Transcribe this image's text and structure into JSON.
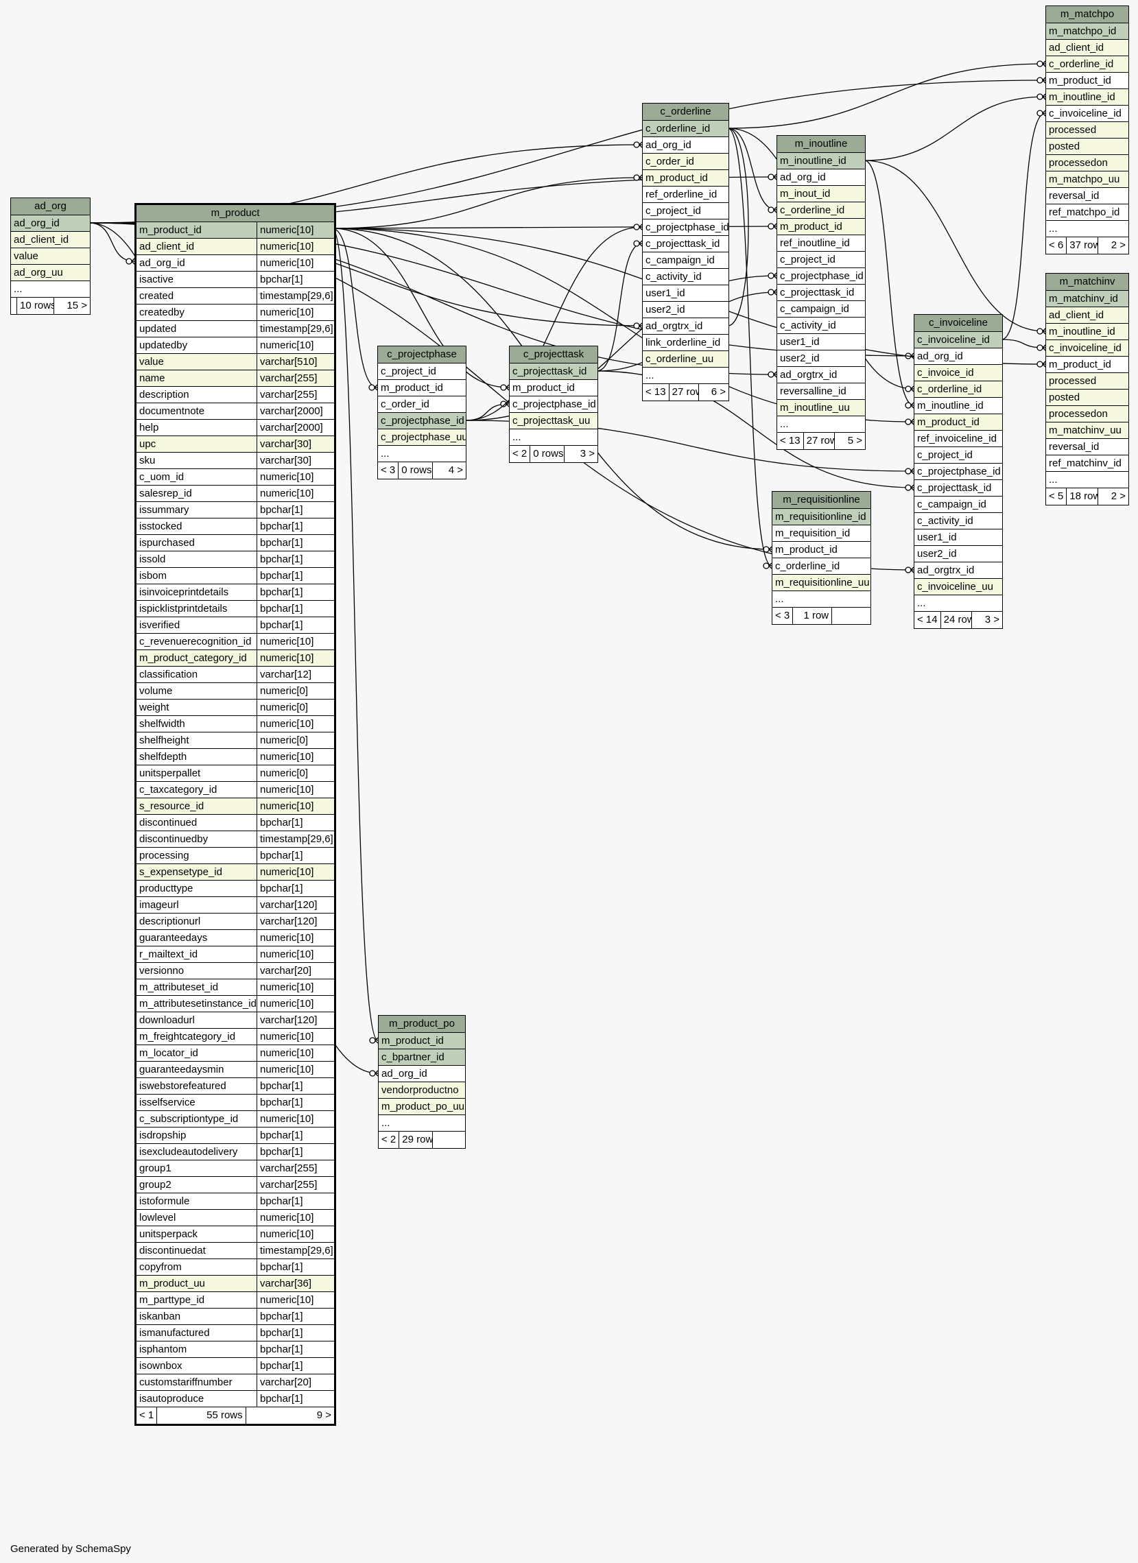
{
  "footer": "Generated by SchemaSpy",
  "colors": {
    "header": "#9bab96",
    "pk": "#bfcfb9",
    "indexed": "#f5f8df",
    "background": "#f7f7f7"
  },
  "tables": [
    {
      "id": "ad_org",
      "name": "ad_org",
      "rows": [
        {
          "c": "ad_org_id",
          "k": "pk"
        },
        {
          "c": "ad_client_id",
          "k": "idx"
        },
        {
          "c": "value",
          "k": "idx"
        },
        {
          "c": "ad_org_uu",
          "k": "idx"
        },
        {
          "c": "..."
        }
      ],
      "foot": [
        "",
        "10 rows",
        "15 >"
      ]
    },
    {
      "id": "m_product",
      "name": "m_product",
      "focus": true,
      "rows": [
        {
          "c": "m_product_id",
          "t": "numeric[10]",
          "k": "pk"
        },
        {
          "c": "ad_client_id",
          "t": "numeric[10]",
          "k": "idx"
        },
        {
          "c": "ad_org_id",
          "t": "numeric[10]"
        },
        {
          "c": "isactive",
          "t": "bpchar[1]"
        },
        {
          "c": "created",
          "t": "timestamp[29,6]"
        },
        {
          "c": "createdby",
          "t": "numeric[10]"
        },
        {
          "c": "updated",
          "t": "timestamp[29,6]"
        },
        {
          "c": "updatedby",
          "t": "numeric[10]"
        },
        {
          "c": "value",
          "t": "varchar[510]",
          "k": "idx"
        },
        {
          "c": "name",
          "t": "varchar[255]",
          "k": "idx"
        },
        {
          "c": "description",
          "t": "varchar[255]"
        },
        {
          "c": "documentnote",
          "t": "varchar[2000]"
        },
        {
          "c": "help",
          "t": "varchar[2000]"
        },
        {
          "c": "upc",
          "t": "varchar[30]",
          "k": "idx"
        },
        {
          "c": "sku",
          "t": "varchar[30]"
        },
        {
          "c": "c_uom_id",
          "t": "numeric[10]"
        },
        {
          "c": "salesrep_id",
          "t": "numeric[10]"
        },
        {
          "c": "issummary",
          "t": "bpchar[1]"
        },
        {
          "c": "isstocked",
          "t": "bpchar[1]"
        },
        {
          "c": "ispurchased",
          "t": "bpchar[1]"
        },
        {
          "c": "issold",
          "t": "bpchar[1]"
        },
        {
          "c": "isbom",
          "t": "bpchar[1]"
        },
        {
          "c": "isinvoiceprintdetails",
          "t": "bpchar[1]"
        },
        {
          "c": "ispicklistprintdetails",
          "t": "bpchar[1]"
        },
        {
          "c": "isverified",
          "t": "bpchar[1]"
        },
        {
          "c": "c_revenuerecognition_id",
          "t": "numeric[10]"
        },
        {
          "c": "m_product_category_id",
          "t": "numeric[10]",
          "k": "idx"
        },
        {
          "c": "classification",
          "t": "varchar[12]"
        },
        {
          "c": "volume",
          "t": "numeric[0]"
        },
        {
          "c": "weight",
          "t": "numeric[0]"
        },
        {
          "c": "shelfwidth",
          "t": "numeric[10]"
        },
        {
          "c": "shelfheight",
          "t": "numeric[0]"
        },
        {
          "c": "shelfdepth",
          "t": "numeric[10]"
        },
        {
          "c": "unitsperpallet",
          "t": "numeric[0]"
        },
        {
          "c": "c_taxcategory_id",
          "t": "numeric[10]"
        },
        {
          "c": "s_resource_id",
          "t": "numeric[10]",
          "k": "idx"
        },
        {
          "c": "discontinued",
          "t": "bpchar[1]"
        },
        {
          "c": "discontinuedby",
          "t": "timestamp[29,6]"
        },
        {
          "c": "processing",
          "t": "bpchar[1]"
        },
        {
          "c": "s_expensetype_id",
          "t": "numeric[10]",
          "k": "idx"
        },
        {
          "c": "producttype",
          "t": "bpchar[1]"
        },
        {
          "c": "imageurl",
          "t": "varchar[120]"
        },
        {
          "c": "descriptionurl",
          "t": "varchar[120]"
        },
        {
          "c": "guaranteedays",
          "t": "numeric[10]"
        },
        {
          "c": "r_mailtext_id",
          "t": "numeric[10]"
        },
        {
          "c": "versionno",
          "t": "varchar[20]"
        },
        {
          "c": "m_attributeset_id",
          "t": "numeric[10]"
        },
        {
          "c": "m_attributesetinstance_id",
          "t": "numeric[10]"
        },
        {
          "c": "downloadurl",
          "t": "varchar[120]"
        },
        {
          "c": "m_freightcategory_id",
          "t": "numeric[10]"
        },
        {
          "c": "m_locator_id",
          "t": "numeric[10]"
        },
        {
          "c": "guaranteedaysmin",
          "t": "numeric[10]"
        },
        {
          "c": "iswebstorefeatured",
          "t": "bpchar[1]"
        },
        {
          "c": "isselfservice",
          "t": "bpchar[1]"
        },
        {
          "c": "c_subscriptiontype_id",
          "t": "numeric[10]"
        },
        {
          "c": "isdropship",
          "t": "bpchar[1]"
        },
        {
          "c": "isexcludeautodelivery",
          "t": "bpchar[1]"
        },
        {
          "c": "group1",
          "t": "varchar[255]"
        },
        {
          "c": "group2",
          "t": "varchar[255]"
        },
        {
          "c": "istoformule",
          "t": "bpchar[1]"
        },
        {
          "c": "lowlevel",
          "t": "numeric[10]"
        },
        {
          "c": "unitsperpack",
          "t": "numeric[10]"
        },
        {
          "c": "discontinuedat",
          "t": "timestamp[29,6]"
        },
        {
          "c": "copyfrom",
          "t": "bpchar[1]"
        },
        {
          "c": "m_product_uu",
          "t": "varchar[36]",
          "k": "idx"
        },
        {
          "c": "m_parttype_id",
          "t": "numeric[10]"
        },
        {
          "c": "iskanban",
          "t": "bpchar[1]"
        },
        {
          "c": "ismanufactured",
          "t": "bpchar[1]"
        },
        {
          "c": "isphantom",
          "t": "bpchar[1]"
        },
        {
          "c": "isownbox",
          "t": "bpchar[1]"
        },
        {
          "c": "customstariffnumber",
          "t": "varchar[20]"
        },
        {
          "c": "isautoproduce",
          "t": "bpchar[1]"
        }
      ],
      "foot": [
        "< 1",
        "55 rows",
        "9 >"
      ]
    },
    {
      "id": "c_projectphase",
      "name": "c_projectphase",
      "rows": [
        {
          "c": "c_project_id"
        },
        {
          "c": "m_product_id"
        },
        {
          "c": "c_order_id"
        },
        {
          "c": "c_projectphase_id",
          "k": "pk"
        },
        {
          "c": "c_projectphase_uu",
          "k": "idx"
        },
        {
          "c": "..."
        }
      ],
      "foot": [
        "< 3",
        "0 rows",
        "4 >"
      ]
    },
    {
      "id": "c_projecttask",
      "name": "c_projecttask",
      "rows": [
        {
          "c": "c_projecttask_id",
          "k": "pk"
        },
        {
          "c": "m_product_id"
        },
        {
          "c": "c_projectphase_id"
        },
        {
          "c": "c_projecttask_uu",
          "k": "idx"
        },
        {
          "c": "..."
        }
      ],
      "foot": [
        "< 2",
        "0 rows",
        "3 >"
      ]
    },
    {
      "id": "c_orderline",
      "name": "c_orderline",
      "rows": [
        {
          "c": "c_orderline_id",
          "k": "pk"
        },
        {
          "c": "ad_org_id"
        },
        {
          "c": "c_order_id",
          "k": "idx"
        },
        {
          "c": "m_product_id",
          "k": "idx"
        },
        {
          "c": "ref_orderline_id"
        },
        {
          "c": "c_project_id"
        },
        {
          "c": "c_projectphase_id"
        },
        {
          "c": "c_projecttask_id"
        },
        {
          "c": "c_campaign_id"
        },
        {
          "c": "c_activity_id"
        },
        {
          "c": "user1_id"
        },
        {
          "c": "user2_id"
        },
        {
          "c": "ad_orgtrx_id"
        },
        {
          "c": "link_orderline_id"
        },
        {
          "c": "c_orderline_uu",
          "k": "idx"
        },
        {
          "c": "..."
        }
      ],
      "foot": [
        "< 13",
        "27 rows",
        "6 >"
      ]
    },
    {
      "id": "m_inoutline",
      "name": "m_inoutline",
      "rows": [
        {
          "c": "m_inoutline_id",
          "k": "pk"
        },
        {
          "c": "ad_org_id"
        },
        {
          "c": "m_inout_id",
          "k": "idx"
        },
        {
          "c": "c_orderline_id",
          "k": "idx"
        },
        {
          "c": "m_product_id",
          "k": "idx"
        },
        {
          "c": "ref_inoutline_id"
        },
        {
          "c": "c_project_id"
        },
        {
          "c": "c_projectphase_id"
        },
        {
          "c": "c_projecttask_id"
        },
        {
          "c": "c_campaign_id"
        },
        {
          "c": "c_activity_id"
        },
        {
          "c": "user1_id"
        },
        {
          "c": "user2_id"
        },
        {
          "c": "ad_orgtrx_id"
        },
        {
          "c": "reversalline_id"
        },
        {
          "c": "m_inoutline_uu",
          "k": "idx"
        },
        {
          "c": "..."
        }
      ],
      "foot": [
        "< 13",
        "27 rows",
        "5 >"
      ]
    },
    {
      "id": "m_requisitionline",
      "name": "m_requisitionline",
      "rows": [
        {
          "c": "m_requisitionline_id",
          "k": "pk"
        },
        {
          "c": "m_requisition_id"
        },
        {
          "c": "m_product_id"
        },
        {
          "c": "c_orderline_id"
        },
        {
          "c": "m_requisitionline_uu",
          "k": "idx"
        },
        {
          "c": "..."
        }
      ],
      "foot": [
        "< 3",
        "1 row",
        ""
      ]
    },
    {
      "id": "c_invoiceline",
      "name": "c_invoiceline",
      "rows": [
        {
          "c": "c_invoiceline_id",
          "k": "pk"
        },
        {
          "c": "ad_org_id"
        },
        {
          "c": "c_invoice_id",
          "k": "idx"
        },
        {
          "c": "c_orderline_id",
          "k": "idx"
        },
        {
          "c": "m_inoutline_id"
        },
        {
          "c": "m_product_id",
          "k": "idx"
        },
        {
          "c": "ref_invoiceline_id"
        },
        {
          "c": "c_project_id"
        },
        {
          "c": "c_projectphase_id"
        },
        {
          "c": "c_projecttask_id"
        },
        {
          "c": "c_campaign_id"
        },
        {
          "c": "c_activity_id"
        },
        {
          "c": "user1_id"
        },
        {
          "c": "user2_id"
        },
        {
          "c": "ad_orgtrx_id"
        },
        {
          "c": "c_invoiceline_uu",
          "k": "idx"
        },
        {
          "c": "..."
        }
      ],
      "foot": [
        "< 14",
        "24 rows",
        "3 >"
      ]
    },
    {
      "id": "m_matchpo",
      "name": "m_matchpo",
      "rows": [
        {
          "c": "m_matchpo_id",
          "k": "pk"
        },
        {
          "c": "ad_client_id",
          "k": "idx"
        },
        {
          "c": "c_orderline_id",
          "k": "idx"
        },
        {
          "c": "m_product_id"
        },
        {
          "c": "m_inoutline_id",
          "k": "idx"
        },
        {
          "c": "c_invoiceline_id"
        },
        {
          "c": "processed",
          "k": "idx"
        },
        {
          "c": "posted",
          "k": "idx"
        },
        {
          "c": "processedon",
          "k": "idx"
        },
        {
          "c": "m_matchpo_uu",
          "k": "idx"
        },
        {
          "c": "reversal_id"
        },
        {
          "c": "ref_matchpo_id"
        },
        {
          "c": "..."
        }
      ],
      "foot": [
        "< 6",
        "37 rows",
        "2 >"
      ]
    },
    {
      "id": "m_matchinv",
      "name": "m_matchinv",
      "rows": [
        {
          "c": "m_matchinv_id",
          "k": "pk"
        },
        {
          "c": "ad_client_id",
          "k": "idx"
        },
        {
          "c": "m_inoutline_id",
          "k": "idx"
        },
        {
          "c": "c_invoiceline_id",
          "k": "idx"
        },
        {
          "c": "m_product_id"
        },
        {
          "c": "processed",
          "k": "idx"
        },
        {
          "c": "posted",
          "k": "idx"
        },
        {
          "c": "processedon",
          "k": "idx"
        },
        {
          "c": "m_matchinv_uu",
          "k": "idx"
        },
        {
          "c": "reversal_id"
        },
        {
          "c": "ref_matchinv_id"
        },
        {
          "c": "..."
        }
      ],
      "foot": [
        "< 5",
        "18 rows",
        "2 >"
      ]
    },
    {
      "id": "m_product_po",
      "name": "m_product_po",
      "rows": [
        {
          "c": "m_product_id",
          "k": "pk"
        },
        {
          "c": "c_bpartner_id",
          "k": "pk"
        },
        {
          "c": "ad_org_id"
        },
        {
          "c": "vendorproductno",
          "k": "idx"
        },
        {
          "c": "m_product_po_uu",
          "k": "idx"
        },
        {
          "c": "..."
        }
      ],
      "foot": [
        "< 2",
        "29 rows",
        ""
      ]
    }
  ]
}
